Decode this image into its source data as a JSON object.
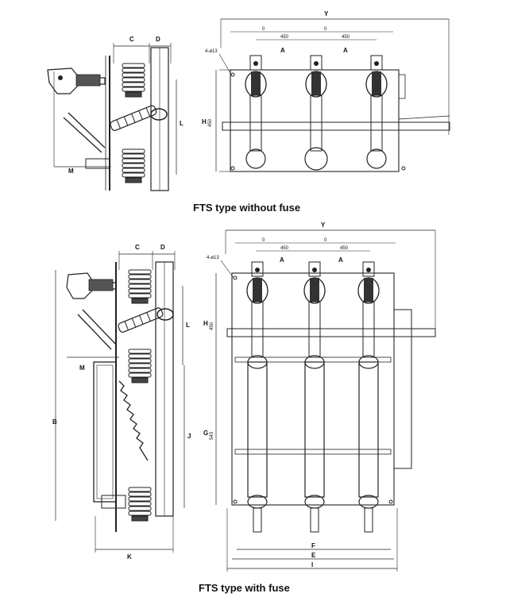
{
  "figures": [
    {
      "caption": "FTS type without fuse",
      "side": {
        "C": "C",
        "D": "D",
        "L": "L",
        "M": "M"
      },
      "front": {
        "Y": "Y",
        "A": "A",
        "H": "H",
        "dim_450": "450",
        "dim_0": "0",
        "hole": "4-ø13"
      }
    },
    {
      "caption": "FTS type with fuse",
      "side": {
        "C": "C",
        "D": "D",
        "L": "L",
        "M": "M",
        "B": "B",
        "J": "J",
        "K": "K"
      },
      "front": {
        "Y": "Y",
        "A": "A",
        "H": "H",
        "G": "G",
        "F": "F",
        "E": "E",
        "I": "I",
        "dim_450": "450",
        "dim_0": "0",
        "dim_543": "543",
        "hole": "4-ø13"
      }
    }
  ]
}
